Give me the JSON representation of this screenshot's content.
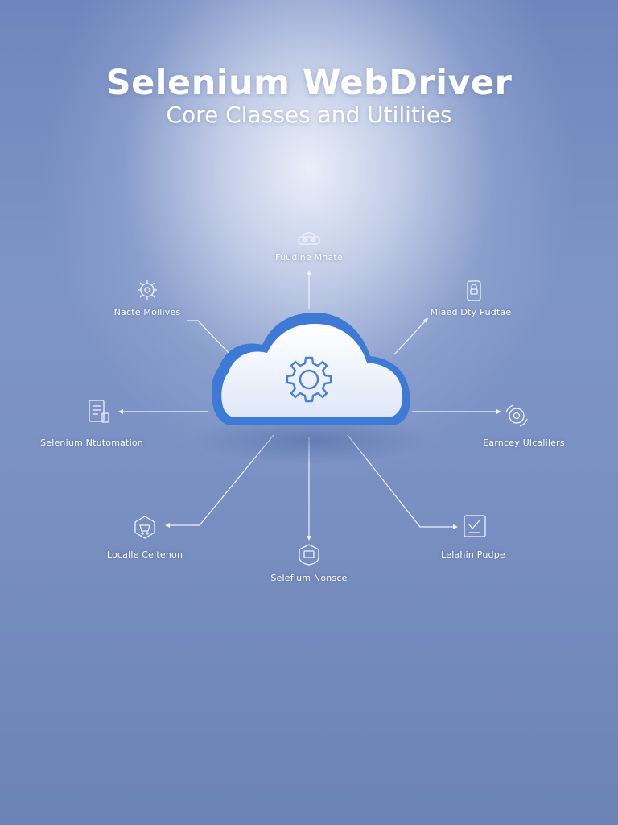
{
  "title": "Selenium WebDriver",
  "subtitle": "Core Classes and Utilities",
  "colors": {
    "cloud_outer": "#3d7ad6",
    "cloud_inner": "#eef3fc",
    "gear": "#4c80d4",
    "line": "#eef2fb",
    "text": "#ffffff"
  },
  "center_icon": "gear-icon",
  "nodes": [
    {
      "id": "top",
      "label": "Fuudine Mnate",
      "icon": "gamepad-icon"
    },
    {
      "id": "upper-left",
      "label": "Nacte Mollives",
      "icon": "gear-network-icon"
    },
    {
      "id": "upper-right",
      "label": "Mlaed Dty Pudtae",
      "icon": "mobile-lock-icon"
    },
    {
      "id": "left",
      "label": "Selenium Ntutomation",
      "icon": "document-icon"
    },
    {
      "id": "right",
      "label": "Earncey Ulcalilers",
      "icon": "gear-cycle-icon"
    },
    {
      "id": "lower-left",
      "label": "Localle Ceitenon",
      "icon": "cube-cart-icon"
    },
    {
      "id": "bottom",
      "label": "Selefium Nonsce",
      "icon": "shield-card-icon"
    },
    {
      "id": "lower-right",
      "label": "Lelahin Pudpe",
      "icon": "board-check-icon"
    }
  ]
}
